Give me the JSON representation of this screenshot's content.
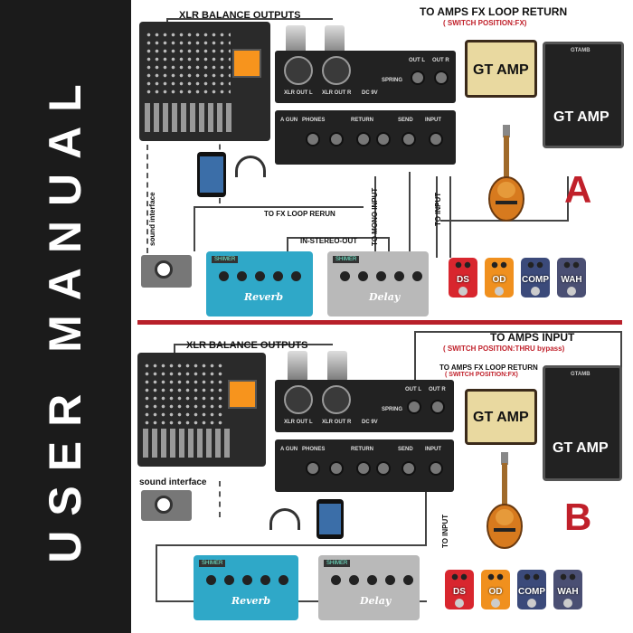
{
  "sidebar": {
    "title": "USER MANUAL"
  },
  "panel_a": {
    "xlr_outputs": "XLR BALANCE OUTPUTS",
    "amps_fx_return": "TO AMPS FX LOOP RETURN",
    "switch_fx": "( SWITCH POSITION:FX)",
    "fx_loop_return": "TO FX LOOP RERUN",
    "in_stereo_out": "IN-STEREO-OUT",
    "to_mono_input": "TO MONO INPUT",
    "to_input": "TO INPUT",
    "sound_interface": "sound interface",
    "letter": "A"
  },
  "panel_b": {
    "xlr_outputs": "XLR BALANCE OUTPUTS",
    "amps_input": "TO AMPS INPUT",
    "switch_thru": "( SWITCH POSITION:THRU bypass)",
    "amps_fx_return": "TO AMPS FX LOOP RETURN",
    "switch_fx": "( SWITCH POSITION:FX)",
    "to_input": "TO INPUT",
    "sound_interface": "sound interface",
    "letter": "B"
  },
  "device": {
    "xlr_left": "XLR OUT L",
    "xlr_right": "XLR OUT R",
    "out_left": "OUT L",
    "out_right": "OUT R",
    "dc": "DC 9V",
    "spring": "SPRING",
    "aux": "A GUN",
    "phones": "PHONES",
    "send": "SEND",
    "input": "INPUT",
    "return": "RETURN"
  },
  "amps": {
    "head": "GT AMP",
    "cab": "GT AMP",
    "brand": "GTAMB"
  },
  "pedals": {
    "reverb": "Reverb",
    "delay": "Delay",
    "tag": "SHIMER"
  },
  "stomps": [
    "DS",
    "OD",
    "COMP",
    "WAH"
  ],
  "colors": {
    "accent_red": "#c0202a",
    "sidebar_bg": "#1b1b1b",
    "mixer_screen": "#f7941d",
    "reverb": "#2fa8c8",
    "delay": "#b9b9b9",
    "ds": "#d8262e",
    "od": "#f0901e",
    "comp": "#3b4a7a",
    "wah": "#4a4f73"
  }
}
